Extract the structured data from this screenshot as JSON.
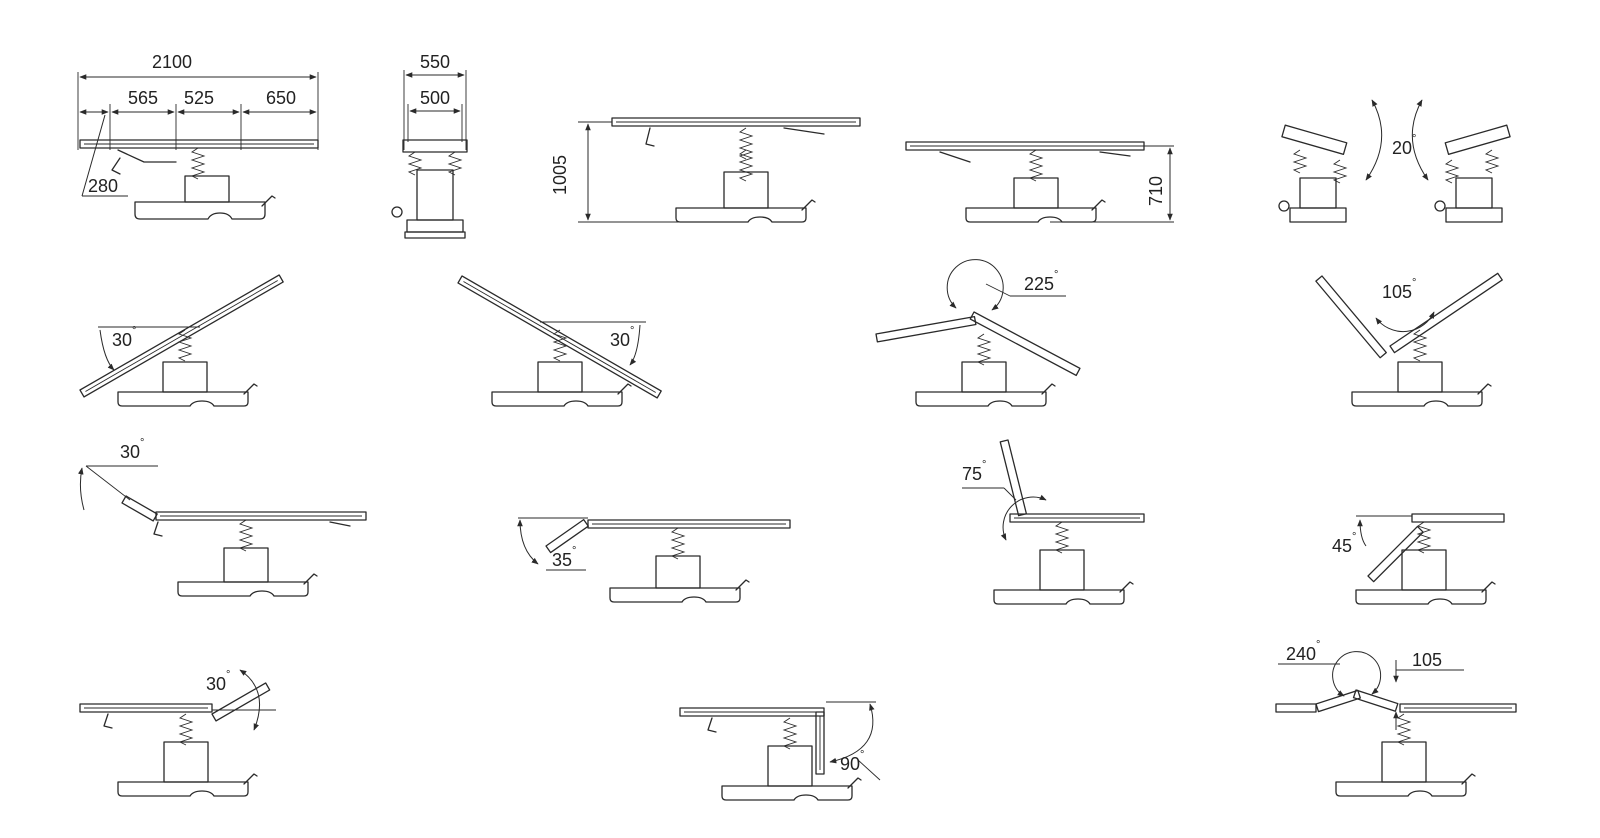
{
  "dimensions": {
    "length_total": "2100",
    "seg_1": "565",
    "seg_2": "525",
    "seg_3": "650",
    "head_section": "280",
    "width_total": "550",
    "width_top": "500",
    "height_max": "1005",
    "height_min": "710",
    "offset_105": "105"
  },
  "angles": {
    "trend_lateral": "20",
    "trendelenburg": "30",
    "reverse_trend": "30",
    "flex": "225",
    "reflex_v": "105",
    "head_up": "30",
    "head_down": "35",
    "back_up": "75",
    "back_down": "45",
    "leg_up": "30",
    "leg_down": "90",
    "back_fold": "240"
  },
  "degree_symbol": "°"
}
